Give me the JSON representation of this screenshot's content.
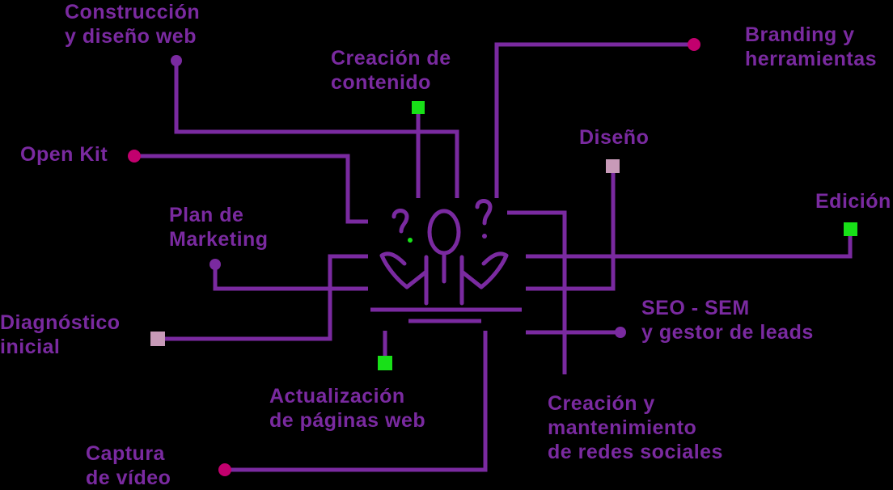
{
  "colors": {
    "background": "#000000",
    "line": "#7a2aa0",
    "text": "#7a2aa0",
    "dot_magenta": "#c2006e",
    "dot_green": "#18e018",
    "dot_pink": "#c89ab8"
  },
  "icon": "confused-person-shrugging-icon",
  "labels": {
    "construccion": [
      "Construcción",
      "y diseño web"
    ],
    "creacion_contenido": [
      "Creación de",
      "contenido"
    ],
    "branding": [
      "Branding y",
      "herramientas"
    ],
    "open_kit": [
      "Open Kit"
    ],
    "diseno": [
      "Diseño"
    ],
    "edicion": [
      "Edición"
    ],
    "plan_marketing": [
      "Plan de",
      "Marketing"
    ],
    "diagnostico": [
      "Diagnóstico",
      "inicial"
    ],
    "seo": [
      "SEO - SEM",
      "y gestor de leads"
    ],
    "actualizacion": [
      "Actualización",
      "de páginas web"
    ],
    "redes": [
      "Creación y",
      "mantenimiento",
      "de redes sociales"
    ],
    "captura": [
      "Captura",
      "de vídeo"
    ]
  }
}
